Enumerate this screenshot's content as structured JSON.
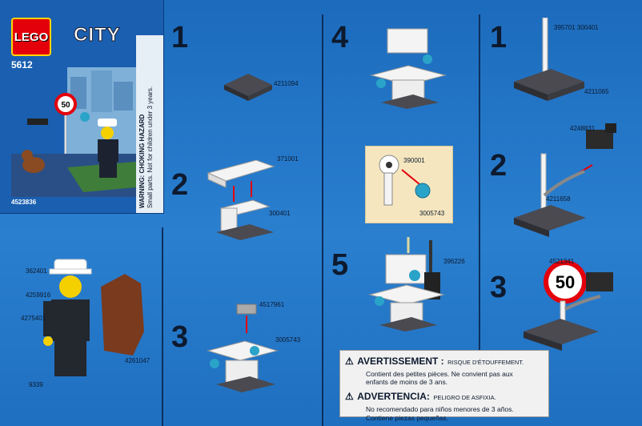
{
  "box": {
    "brand": "LEGO",
    "theme": "CITY",
    "set_number": "5612",
    "item_code": "4523836",
    "warning_title": "WARNING: CHOKING HAZARD",
    "warning_text": "Small parts. Not for children under 3 years."
  },
  "minifig_parts": {
    "p1": "362401",
    "p2": "4259916",
    "p3": "4275401",
    "p4": "4261047",
    "p5": "9339"
  },
  "sign_number": "50",
  "col1_steps": [
    {
      "num": "1",
      "parts": [
        "4211094"
      ]
    },
    {
      "num": "2",
      "parts": [
        "371001",
        "300401"
      ]
    },
    {
      "num": "3",
      "parts": [
        "4517961",
        "3005743"
      ]
    }
  ],
  "col2_steps": [
    {
      "num": "4"
    },
    {
      "num": "5",
      "parts": [
        "390001",
        "3005743",
        "396226"
      ]
    }
  ],
  "col3_steps": [
    {
      "num": "1",
      "parts": [
        "395701 300401",
        "4211065"
      ]
    },
    {
      "num": "2",
      "parts": [
        "4248831",
        "4211658"
      ]
    },
    {
      "num": "3",
      "parts": [
        "4521341"
      ]
    }
  ],
  "warnings": {
    "fr_title": "AVERTISSEMENT :",
    "fr_sub": "RISQUE D'ÉTOUFFEMENT.",
    "fr_line1": "Contient des petites pièces. Ne convient pas aux",
    "fr_line2": "enfants de moins de 3 ans.",
    "es_title": "ADVERTENCIA:",
    "es_sub": "PELIGRO DE ASFIXIA.",
    "es_line1": "No recomendado para niños menores de 3 años.",
    "es_line2": "Contiene piezas pequeñas."
  },
  "colors": {
    "background": "#1e6fbf",
    "brick_white": "#f4f4f4",
    "brick_dark": "#3b3b40",
    "stud_blue": "#2aa3c9",
    "lego_red": "#e3000b",
    "callout": "#f5e6bf"
  }
}
